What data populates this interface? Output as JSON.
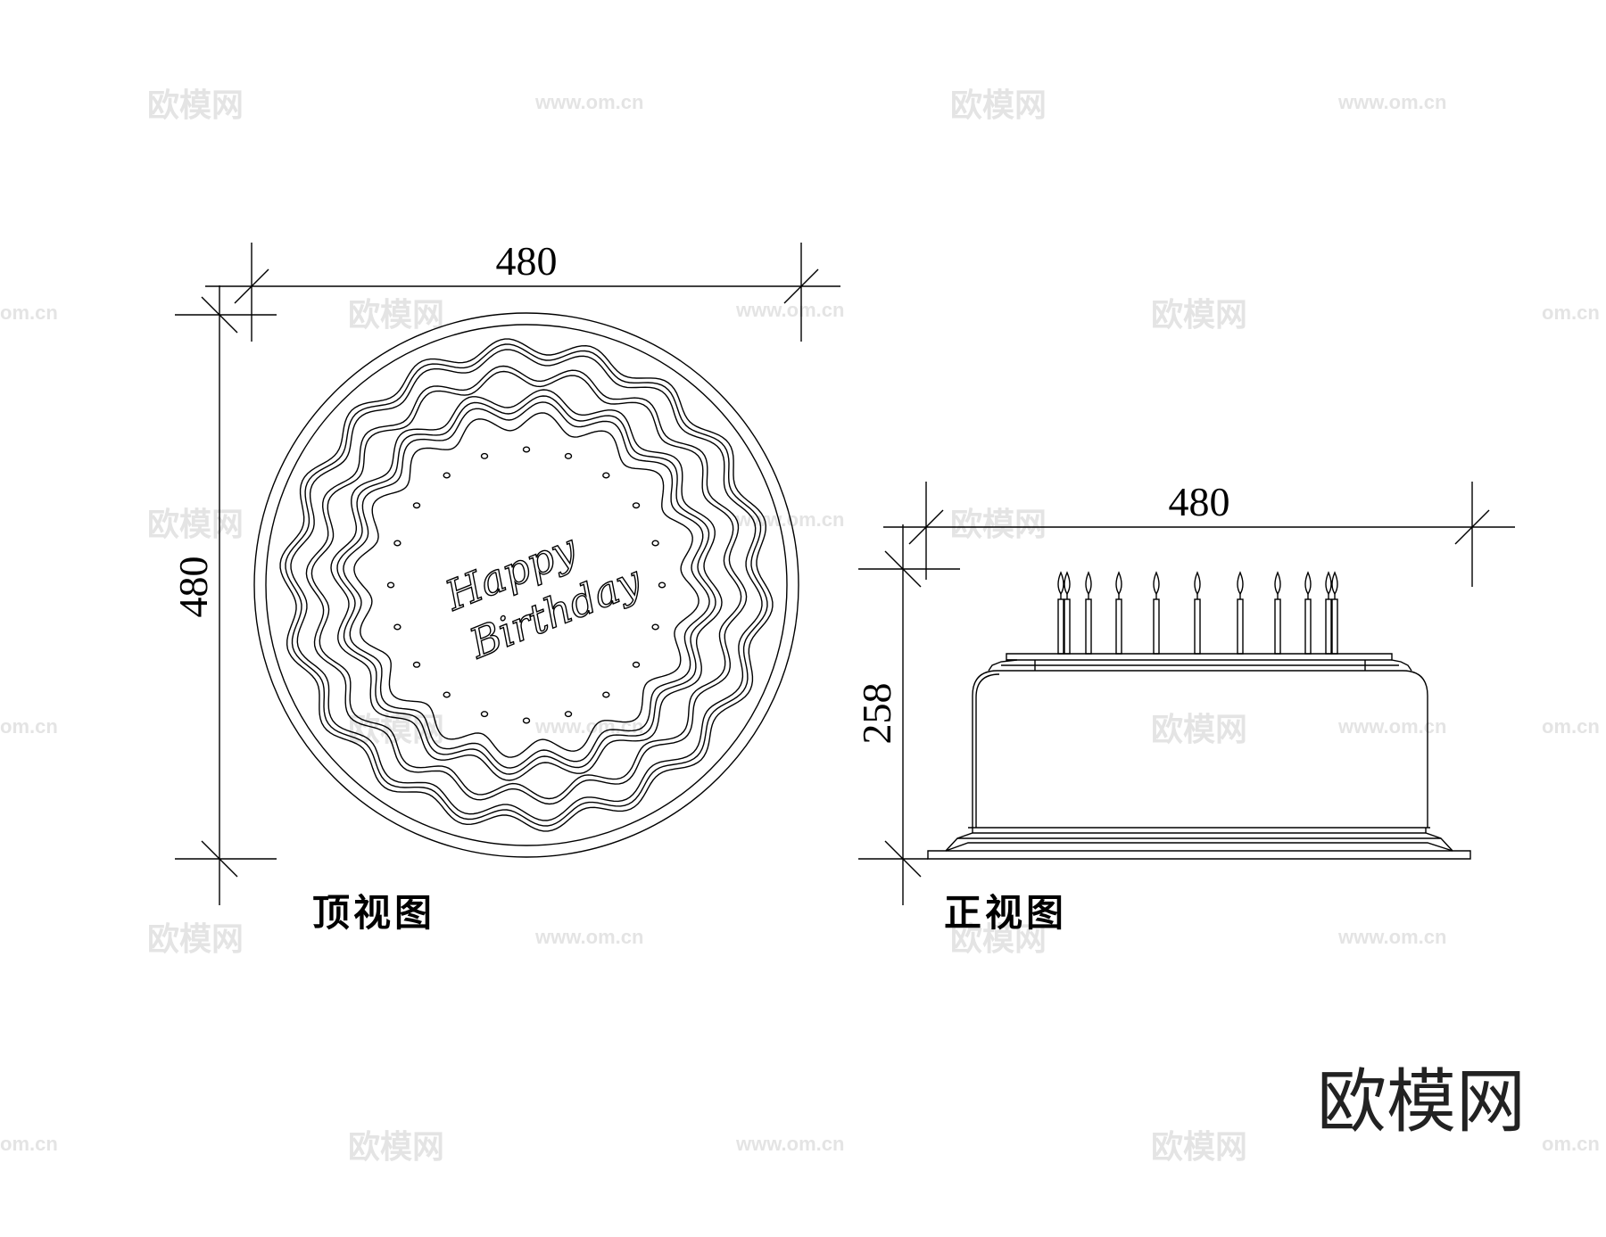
{
  "top_view": {
    "dim_width": "480",
    "dim_height": "480",
    "label": "顶视图",
    "inscription_line1": "Happy",
    "inscription_line2": "Birthday"
  },
  "front_view": {
    "dim_width": "480",
    "dim_height": "258",
    "label": "正视图"
  },
  "brand_logo": "欧模网",
  "watermarks": {
    "logo_text": "欧模网",
    "url_text": "www.om.cn",
    "url_text_short": "om.cn"
  },
  "colors": {
    "line": "#000000",
    "watermark": "#e4e4e4",
    "background": "#ffffff"
  }
}
